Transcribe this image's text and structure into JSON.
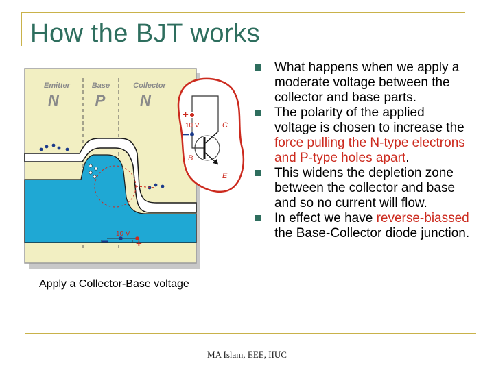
{
  "slide": {
    "title": "How the BJT works",
    "caption": "Apply a Collector-Base voltage",
    "footer": "MA Islam, EEE, IIUC"
  },
  "diagram": {
    "regions": [
      {
        "name": "Emitter",
        "type": "N"
      },
      {
        "name": "Base",
        "type": "P"
      },
      {
        "name": "Collector",
        "type": "N"
      }
    ],
    "battery_top": {
      "voltage": "10 V",
      "plus": "+",
      "minus": "−"
    },
    "battery_bottom": {
      "voltage": "10 V",
      "minus": "−",
      "plus": "+"
    },
    "terminals": {
      "collector": "C",
      "base": "B",
      "emitter": "E"
    },
    "colors": {
      "panel": "#f2efc2",
      "band": "#1fa8d4",
      "highlight": "#cc2a1e",
      "accent": "#2e6e5e"
    }
  },
  "bullets": [
    {
      "parts": [
        {
          "text": "What happens when we apply a moderate voltage between the collector and base parts."
        }
      ]
    },
    {
      "parts": [
        {
          "text": "The polarity of the applied voltage is chosen to increase the "
        },
        {
          "text": "force pulling the N-type electrons and P-type holes apart",
          "highlight": true
        },
        {
          "text": "."
        }
      ]
    },
    {
      "parts": [
        {
          "text": "This widens the depletion zone between the collector and base and so no current will flow."
        }
      ]
    },
    {
      "parts": [
        {
          "text": "In effect we have "
        },
        {
          "text": "reverse-biassed",
          "highlight": true
        },
        {
          "text": " the Base-Collector diode junction."
        }
      ]
    }
  ]
}
